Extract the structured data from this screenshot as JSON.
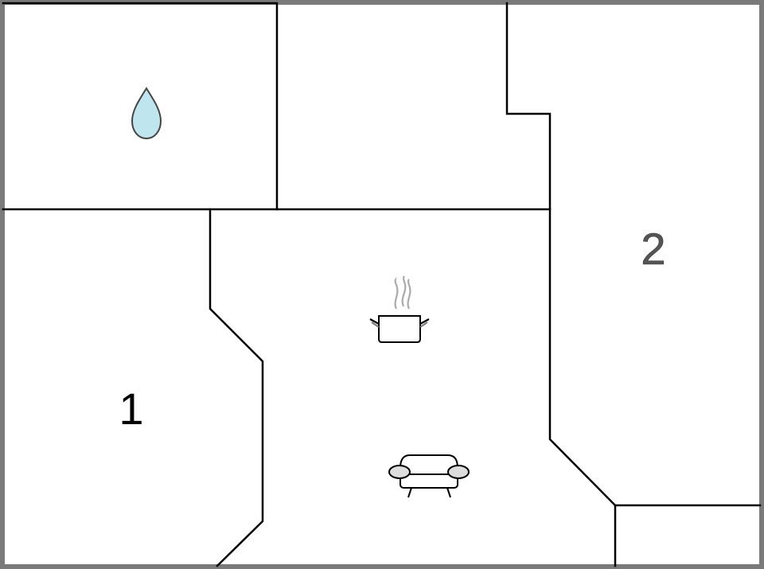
{
  "floorplan": {
    "rooms": [
      {
        "id": "room-1",
        "label": "1"
      },
      {
        "id": "room-2",
        "label": "2"
      }
    ],
    "icons": [
      {
        "name": "water-drop-icon",
        "meaning": "bathroom",
        "color": "#bfe6ef"
      },
      {
        "name": "cooking-pot-icon",
        "meaning": "kitchen"
      },
      {
        "name": "sofa-icon",
        "meaning": "living room"
      }
    ],
    "colors": {
      "border": "#7a7a7a",
      "wall": "#000000",
      "drop_fill": "#bfe6ef",
      "label_2": "#555555"
    }
  }
}
